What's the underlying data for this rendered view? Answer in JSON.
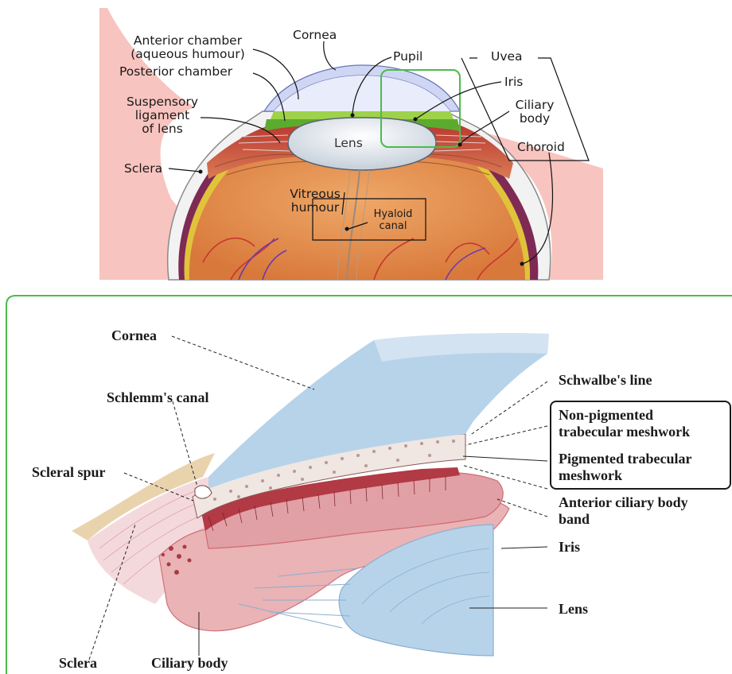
{
  "top_diagram": {
    "labels": {
      "cornea": "Cornea",
      "anterior_chamber_line1": "Anterior chamber",
      "anterior_chamber_line2": "(aqueous humour)",
      "posterior_chamber": "Posterior chamber",
      "suspensory_line1": "Suspensory",
      "suspensory_line2": "ligament",
      "suspensory_line3": "of lens",
      "sclera": "Sclera",
      "pupil": "Pupil",
      "uvea": "Uvea",
      "iris": "Iris",
      "ciliary_line1": "Ciliary",
      "ciliary_line2": "body",
      "choroid": "Choroid",
      "lens": "Lens",
      "vitreous_line1": "Vitreous",
      "vitreous_line2": "humour",
      "hyaloid_line1": "Hyaloid",
      "hyaloid_line2": "canal"
    }
  },
  "detail_diagram": {
    "labels": {
      "cornea": "Cornea",
      "schlemms_canal": "Schlemm's canal",
      "scleral_spur": "Scleral spur",
      "sclera": "Sclera",
      "ciliary_body": "Ciliary body",
      "schwalbes_line": "Schwalbe's line",
      "non_pigmented_line1": "Non-pigmented",
      "non_pigmented_line2": "trabecular meshwork",
      "pigmented_line1": "Pigmented trabecular",
      "pigmented_line2": "meshwork",
      "anterior_ciliary_line1": "Anterior ciliary body",
      "anterior_ciliary_line2": "band",
      "iris": "Iris",
      "lens": "Lens"
    }
  },
  "colors": {
    "highlight_green": "#4cbb4c",
    "skin_pink": "#f8c4bf",
    "cornea_blue": "#b7d3ea",
    "iris_red": "#e7a3a6",
    "vitreous_orange": "#e6904c"
  }
}
